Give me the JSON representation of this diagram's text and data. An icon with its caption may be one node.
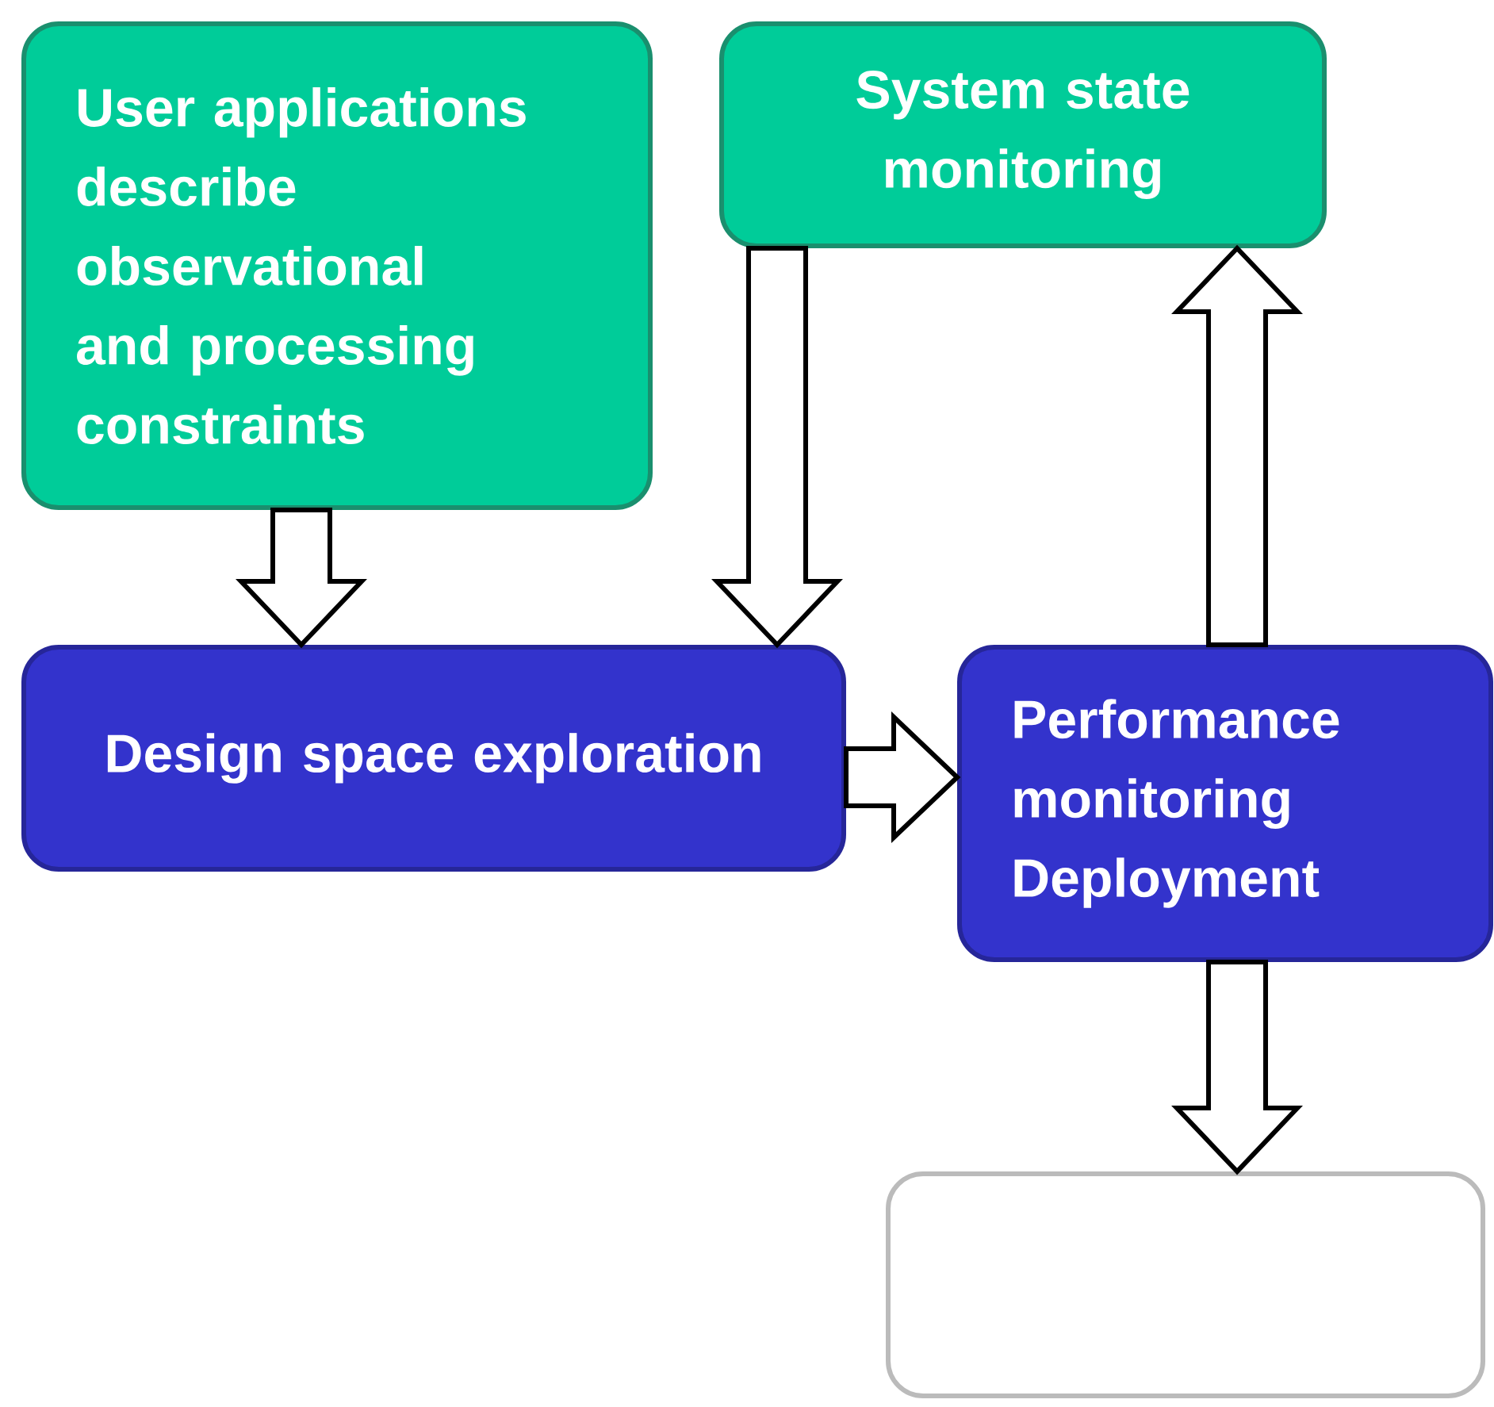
{
  "diagram": {
    "nodes": [
      {
        "text": [
          "User applications describe observational and processing constraints"
        ]
      },
      {
        "text": [
          "System state monitoring"
        ]
      },
      {
        "text": [
          "Design space exploration"
        ]
      },
      {
        "text": [
          "Performance monitoring Deployment"
        ]
      },
      {
        "text": [],
        "shape": "box"
      }
    ],
    "edges": [
      {
        "from": 0,
        "to": 2,
        "arrow": "to"
      },
      {
        "from": 1,
        "to": 2,
        "arrow": "to"
      },
      {
        "from": 2,
        "to": 3,
        "arrow": "to"
      },
      {
        "from": 3,
        "to": 1,
        "arrow": "to"
      },
      {
        "from": 3,
        "to": 4,
        "arrow": "to"
      }
    ]
  }
}
